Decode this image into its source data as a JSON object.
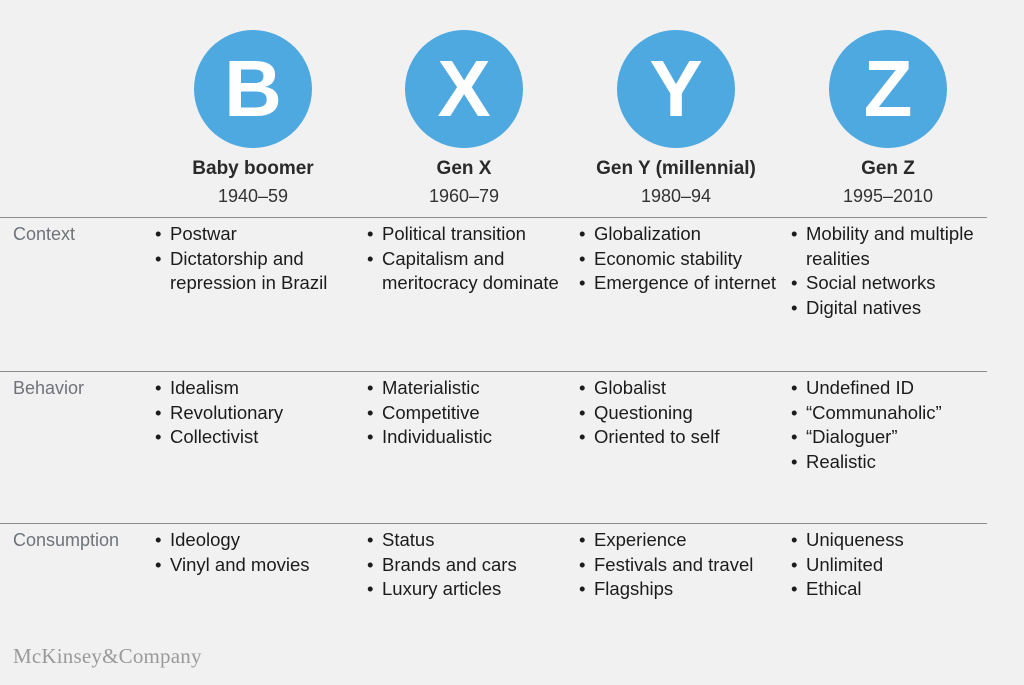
{
  "generations": [
    {
      "letter": "B",
      "name": "Baby boomer",
      "years": "1940–59"
    },
    {
      "letter": "X",
      "name": "Gen X",
      "years": "1960–79"
    },
    {
      "letter": "Y",
      "name": "Gen Y (millennial)",
      "years": "1980–94"
    },
    {
      "letter": "Z",
      "name": "Gen Z",
      "years": "1995–2010"
    }
  ],
  "colors": {
    "circle": "#4fa9e1",
    "row_label": "#6f7378",
    "background": "#f1f1f2"
  },
  "rows": [
    {
      "label": "Context",
      "cells": [
        [
          "Postwar",
          "Dictatorship and repression in Brazil"
        ],
        [
          "Political transition",
          "Capitalism and meritocracy dominate"
        ],
        [
          "Globalization",
          "Economic stability",
          "Emergence of internet"
        ],
        [
          "Mobility and multiple realities",
          "Social networks",
          "Digital natives"
        ]
      ]
    },
    {
      "label": "Behavior",
      "cells": [
        [
          "Idealism",
          "Revolutionary",
          "Collectivist"
        ],
        [
          "Materialistic",
          "Competitive",
          "Individualistic"
        ],
        [
          "Globalist",
          "Questioning",
          "Oriented to self"
        ],
        [
          "Undefined ID",
          "“Communaholic”",
          "“Dialoguer”",
          "Realistic"
        ]
      ]
    },
    {
      "label": "Consumption",
      "cells": [
        [
          "Ideology",
          "Vinyl and movies"
        ],
        [
          "Status",
          "Brands and cars",
          "Luxury articles"
        ],
        [
          "Experience",
          "Festivals and travel",
          "Flagships"
        ],
        [
          "Uniqueness",
          "Unlimited",
          "Ethical"
        ]
      ]
    }
  ],
  "logo": "McKinsey&Company"
}
